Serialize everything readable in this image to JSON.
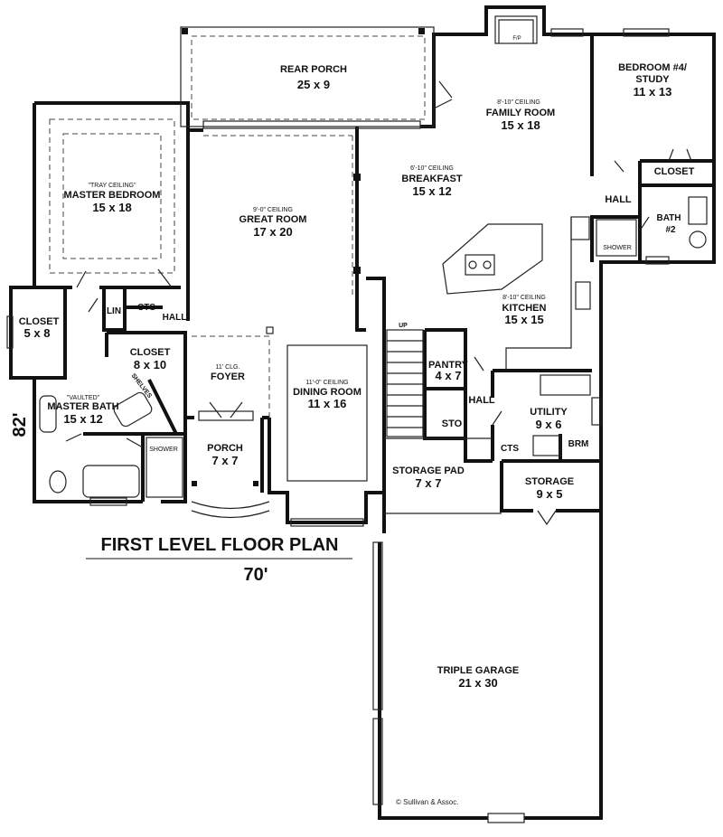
{
  "plan": {
    "title": "FIRST LEVEL FLOOR PLAN",
    "width_label": "70'",
    "depth_label": "82'",
    "copyright": "© Sullivan & Assoc."
  },
  "rooms": {
    "rear_porch": {
      "name": "REAR PORCH",
      "size": "25 x 9"
    },
    "family_room": {
      "note": "8'-10\" CEILING",
      "name": "FAMILY ROOM",
      "size": "15 x 18",
      "fp": "F/P"
    },
    "bedroom4": {
      "name1": "BEDROOM #4/",
      "name2": "STUDY",
      "size": "11 x 13"
    },
    "closet_bed4": {
      "name": "CLOSET"
    },
    "hall_right": {
      "name": "HALL"
    },
    "bath2": {
      "name1": "BATH",
      "name2": "#2",
      "shower": "SHOWER"
    },
    "breakfast": {
      "note": "6'-10\" CEILING",
      "name": "BREAKFAST",
      "size": "15 x 12"
    },
    "master_bedroom": {
      "note": "\"TRAY CEILING\"",
      "name": "MASTER BEDROOM",
      "size": "15 x 18"
    },
    "great_room": {
      "note": "9'-0\" CEILING",
      "name": "GREAT ROOM",
      "size": "17 x 20"
    },
    "kitchen": {
      "note": "8'-10\" CEILING",
      "name": "KITCHEN",
      "size": "15 x 15"
    },
    "closet_left": {
      "name": "CLOSET",
      "size": "5 x 8"
    },
    "lin": {
      "name": "LIN"
    },
    "cts_left": {
      "name": "CTS"
    },
    "hall_left": {
      "name": "HALL"
    },
    "closet_mid": {
      "name": "CLOSET",
      "size": "8 x 10"
    },
    "shelves": {
      "name": "SHELVES"
    },
    "foyer": {
      "note": "11' CLG.",
      "name": "FOYER"
    },
    "dining_room": {
      "note": "11'-0\" CEILING",
      "name": "DINING ROOM",
      "size": "11 x 16"
    },
    "up": {
      "name": "UP"
    },
    "pantry": {
      "name": "PANTRY",
      "size": "4 x 7"
    },
    "hall_center": {
      "name": "HALL"
    },
    "sto": {
      "name": "STO"
    },
    "utility": {
      "name": "UTILITY",
      "size": "9 x 6"
    },
    "master_bath": {
      "note": "\"VAULTED\"",
      "name": "MASTER BATH",
      "size": "15 x 12",
      "shower": "SHOWER"
    },
    "porch": {
      "name": "PORCH",
      "size": "7 x 7"
    },
    "cts_right": {
      "name": "CTS"
    },
    "brm": {
      "name": "BRM"
    },
    "storage_pad": {
      "name": "STORAGE PAD",
      "size": "7 x 7"
    },
    "storage": {
      "name": "STORAGE",
      "size": "9 x 5"
    },
    "garage": {
      "name": "TRIPLE GARAGE",
      "size": "21 x 30"
    }
  }
}
